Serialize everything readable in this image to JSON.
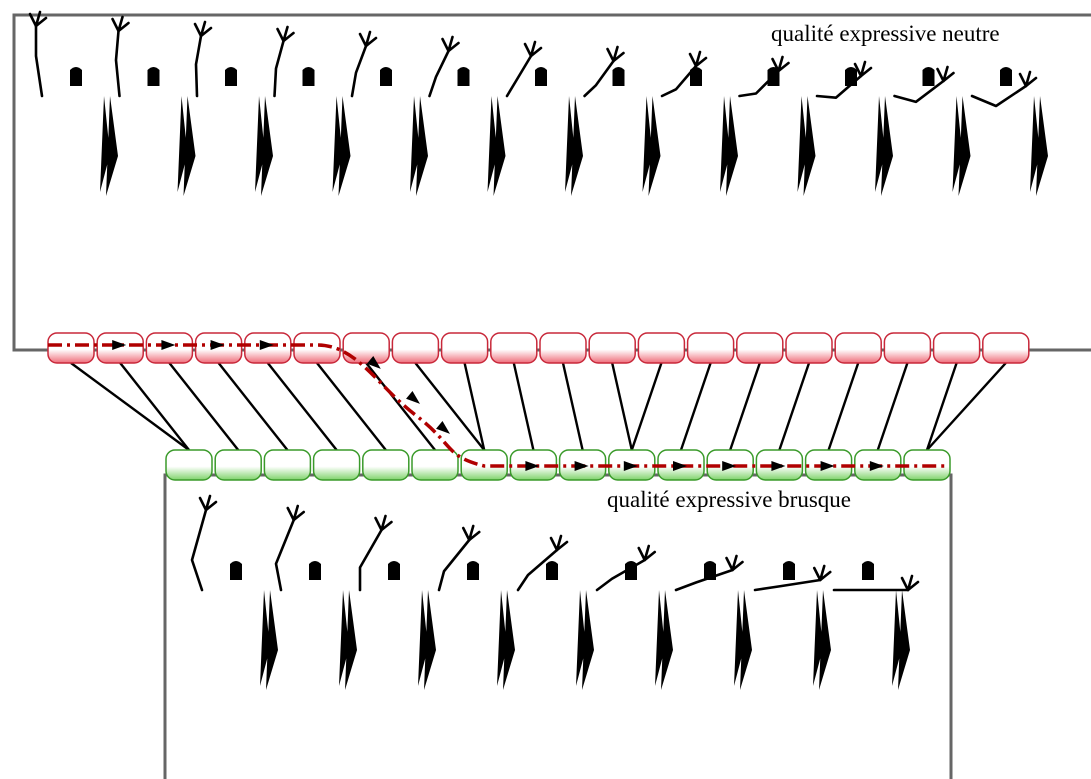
{
  "panels": {
    "top": {
      "label": "qualité expressive neutre",
      "frame_color": "#666666",
      "frame_count": 20,
      "figure_count": 13
    },
    "bottom": {
      "label": "qualité expressive brusque",
      "frame_color": "#666666",
      "frame_count": 16,
      "figure_count": 9
    }
  },
  "colors": {
    "top_frame_fill": "#ef6d7a",
    "top_frame_stroke": "#c8283a",
    "bottom_frame_fill": "#7fd36a",
    "bottom_frame_stroke": "#3a9a2a",
    "connector": "#000000",
    "warping_path": "#b00000"
  },
  "warping_path": {
    "description_icon": "dashed-arrow-path",
    "matches": [
      [
        0,
        0
      ],
      [
        1,
        0
      ],
      [
        2,
        1
      ],
      [
        3,
        2
      ],
      [
        4,
        3
      ],
      [
        5,
        4
      ],
      [
        6,
        5
      ],
      [
        7,
        6
      ],
      [
        8,
        6
      ],
      [
        9,
        7
      ],
      [
        10,
        8
      ],
      [
        11,
        9
      ],
      [
        12,
        9
      ],
      [
        13,
        10
      ],
      [
        14,
        11
      ],
      [
        15,
        12
      ],
      [
        16,
        13
      ],
      [
        17,
        14
      ],
      [
        18,
        15
      ],
      [
        19,
        15
      ]
    ]
  }
}
